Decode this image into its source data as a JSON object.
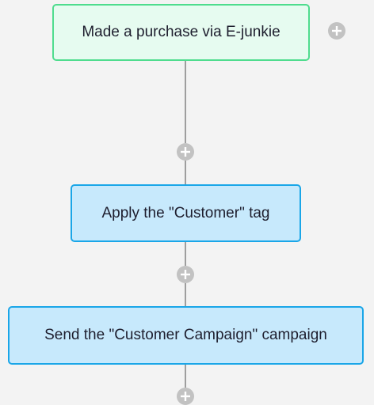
{
  "workflow": {
    "trigger": {
      "label": "Made a purchase via E-junkie"
    },
    "steps": [
      {
        "label": "Apply the \"Customer\" tag"
      },
      {
        "label": "Send the \"Customer Campaign\" campaign"
      }
    ]
  },
  "icons": {
    "add": "plus-circle-icon"
  },
  "colors": {
    "background": "#f3f3f3",
    "trigger_fill": "#e6fbf0",
    "trigger_border": "#4fdc8e",
    "action_fill": "#c7e9fc",
    "action_border": "#1aa6e8",
    "connector": "#9e9e9e",
    "add_button": "#c2c2c2"
  }
}
